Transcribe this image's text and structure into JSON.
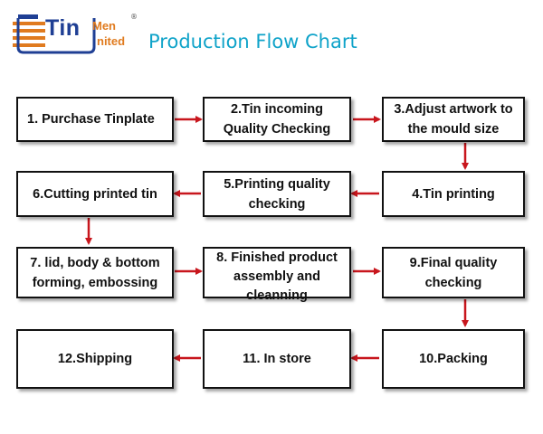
{
  "logo": {
    "brand_tin": "Tin",
    "brand_men": "Men",
    "brand_united": "nited",
    "registered": "®"
  },
  "title": "Production Flow Chart",
  "steps": [
    {
      "label": "1. Purchase Tinplate"
    },
    {
      "label": "2.Tin incoming\nQuality Checking"
    },
    {
      "label": "3.Adjust artwork to\nthe mould size"
    },
    {
      "label": "4.Tin printing"
    },
    {
      "label": "5.Printing quality\nchecking"
    },
    {
      "label": "6.Cutting printed tin"
    },
    {
      "label": "7. lid, body & bottom\nforming, embossing"
    },
    {
      "label": "8. Finished product\nassembly and\ncleanning"
    },
    {
      "label": "9.Final quality\nchecking"
    },
    {
      "label": "10.Packing"
    },
    {
      "label": "11. In store"
    },
    {
      "label": "12.Shipping"
    }
  ],
  "colors": {
    "arrow": "#c8161d",
    "box_border": "#111111",
    "title": "#0fa3c9",
    "logo_blue": "#1f3f94",
    "logo_orange": "#e07b1f"
  }
}
